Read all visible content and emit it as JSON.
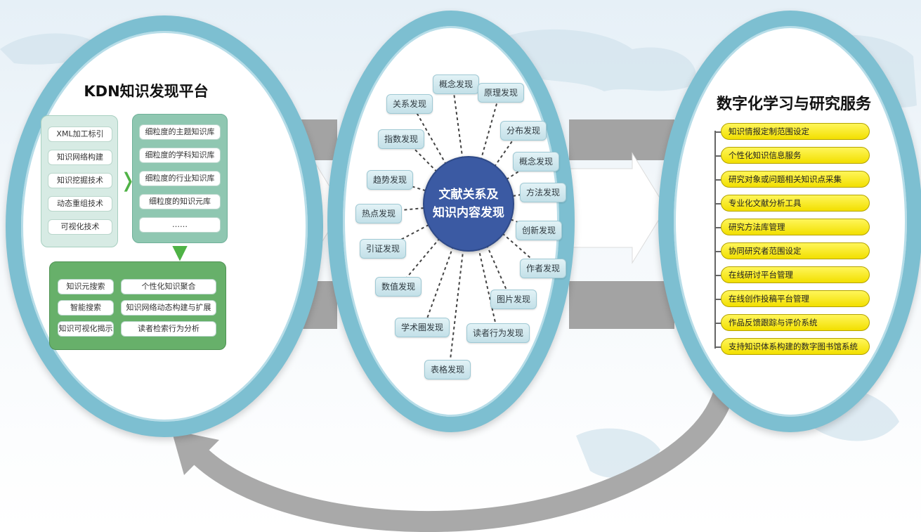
{
  "left": {
    "title": "KDN知识发现平台",
    "tech": [
      "XML加工标引",
      "知识网络构建",
      "知识挖掘技术",
      "动态重组技术",
      "可视化技术"
    ],
    "libraries": [
      "细粒度的主题知识库",
      "细粒度的学科知识库",
      "细粒度的行业知识库",
      "细粒度的知识元库",
      "……"
    ],
    "features": [
      "知识元搜索",
      "个性化知识聚合",
      "智能搜索",
      "知识网络动态构建与扩展",
      "知识可视化揭示",
      "读者检索行为分析"
    ],
    "colors": {
      "panel_left": "#d7ebe4",
      "panel_right": "#8fc7b1",
      "panel_bottom": "#67b06a",
      "arrow": "#4fb246"
    }
  },
  "center": {
    "hub": [
      "文献关系及",
      "知识内容发现"
    ],
    "nodes": [
      "概念发现",
      "原理发现",
      "分布发现",
      "概念发现",
      "方法发现",
      "创新发现",
      "作者发现",
      "图片发现",
      "读者行为发现",
      "表格发现",
      "学术圈发现",
      "数值发现",
      "引证发现",
      "热点发现",
      "趋势发现",
      "指数发现",
      "关系发现"
    ],
    "colors": {
      "hub": "#3b5aa3",
      "node": "#c3e0e8"
    }
  },
  "right": {
    "title": "数字化学习与研究服务",
    "services": [
      "知识情报定制范围设定",
      "个性化知识信息服务",
      "研究对象或问题相关知识点采集",
      "专业化文献分析工具",
      "研究方法库管理",
      "协同研究者范围设定",
      "在线研讨平台管理",
      "在线创作投稿平台管理",
      "作品反馈跟踪与评价系统",
      "支持知识体系构建的数字图书馆系统"
    ],
    "colors": {
      "service": "#f2df00"
    }
  },
  "icons": [
    "arrow-right-icon",
    "arrow-down-icon",
    "return-arrow-icon",
    "world-map-background-icon"
  ],
  "colors": {
    "ring": "#7dbfd1",
    "band": "#9a9a9a"
  }
}
